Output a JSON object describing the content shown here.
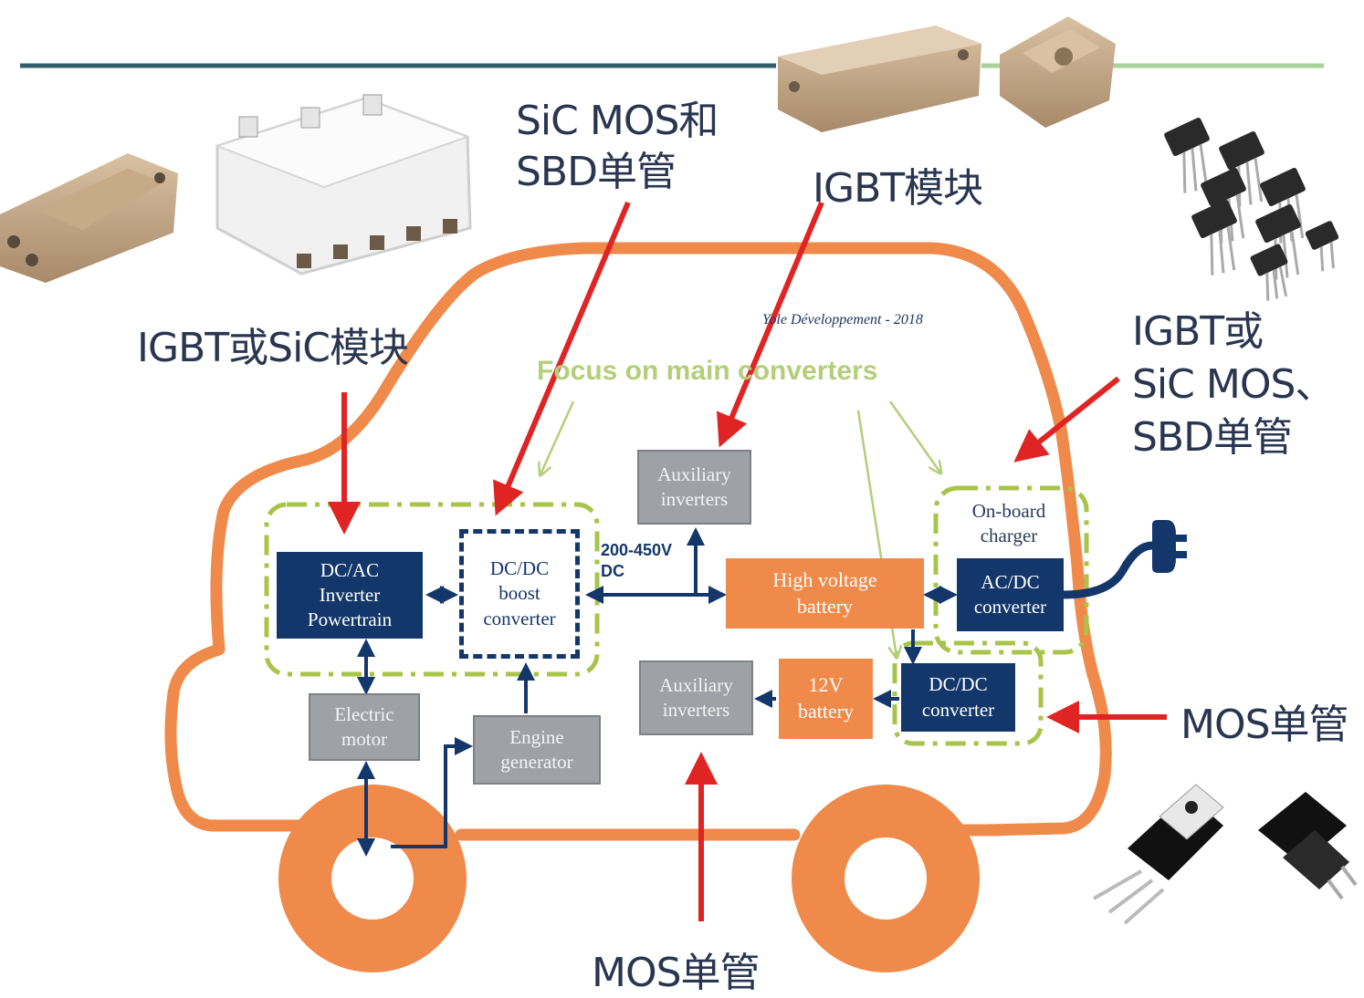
{
  "labels": {
    "sic_mos_sbd_line1": "SiC MOS和",
    "sic_mos_sbd_line2": "SBD单管",
    "igbt_module": "IGBT模块",
    "igbt_or_sic_module": "IGBT或SiC模块",
    "igbt_or_sic_discrete_line1": "IGBT或",
    "igbt_or_sic_discrete_line2": "SiC MOS、",
    "igbt_or_sic_discrete_line3": "SBD单管",
    "mos_discrete_right": "MOS单管",
    "mos_discrete_bottom": "MOS单管"
  },
  "diagram": {
    "source": "Yole Développement - 2018",
    "focus": "Focus on main converters",
    "voltage_line1": "200-450V",
    "voltage_line2": "DC",
    "blocks": {
      "inverter": [
        "DC/AC",
        "Inverter",
        "Powertrain"
      ],
      "boost": [
        "DC/DC",
        "boost",
        "converter"
      ],
      "aux_top": [
        "Auxiliary",
        "inverters"
      ],
      "hv_battery": [
        "High voltage",
        "battery"
      ],
      "charger": [
        "On-board",
        "charger"
      ],
      "acdc": [
        "AC/DC",
        "converter"
      ],
      "motor": [
        "Electric",
        "motor"
      ],
      "engine": [
        "Engine",
        "generator"
      ],
      "aux_bottom": [
        "Auxiliary",
        "inverters"
      ],
      "battery12": [
        "12V",
        "battery"
      ],
      "dcdc": [
        "DC/DC",
        "converter"
      ]
    }
  },
  "colors": {
    "navy": "#14376b",
    "orange": "#f08a4b",
    "car_outline": "#f08a4b",
    "gray_box": "#9ea1a6",
    "red_arrow": "#e02424",
    "green_dash": "#a8c44a",
    "header_line_left": "#2a5a6a",
    "header_line_right": "#a8d29a"
  }
}
